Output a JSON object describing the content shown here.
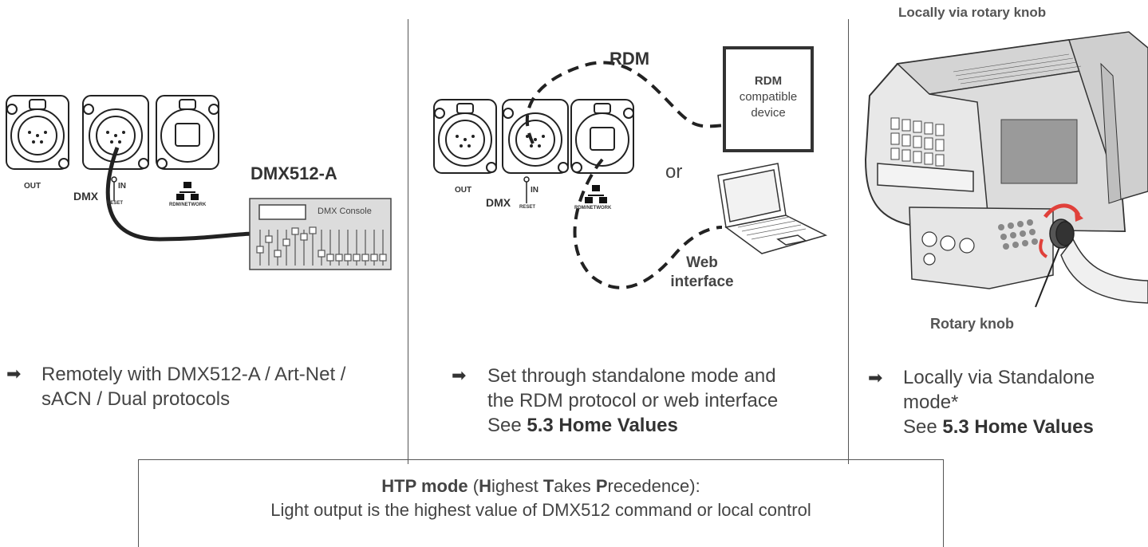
{
  "panel1": {
    "out_label": "OUT",
    "dmx_label": "DMX",
    "in_label": "IN",
    "reset_label": "RESET",
    "network_label": "RDM/NETWORK",
    "dmx512a_label": "DMX512-A",
    "console_label": "DMX Console",
    "text_line1": "Remotely with DMX512-A / Art-Net /",
    "text_line2": "sACN / Dual protocols"
  },
  "panel2": {
    "out_label": "OUT",
    "dmx_label": "DMX",
    "in_label": "IN",
    "reset_label": "RESET",
    "network_label": "RDM/NETWORK",
    "rdm_label": "RDM",
    "device_line1": "RDM",
    "device_line2": "compatible",
    "device_line3": "device",
    "or_label": "or",
    "web_line1": "Web",
    "web_line2": "interface",
    "text_line1": "Set through standalone mode and",
    "text_line2": "the RDM protocol or web interface",
    "see_prefix": "See ",
    "see_ref": "5.3 Home Values"
  },
  "panel3": {
    "title": "Locally via rotary knob",
    "knob_label": "Rotary knob",
    "text_line1": "Locally via Standalone",
    "text_line2": "mode*",
    "see_prefix": "See ",
    "see_ref": "5.3 Home Values"
  },
  "htp": {
    "title_bold": "HTP mode",
    "title_open": " (",
    "h": "H",
    "h_rest": "ighest ",
    "t": "T",
    "t_rest": "akes ",
    "p": "P",
    "p_rest": "recedence):",
    "line2": "Light output is the highest value of DMX512 command or local control"
  },
  "colors": {
    "line": "#555555",
    "text": "#444444",
    "cable": "#222222",
    "accent": "#e0403a"
  }
}
